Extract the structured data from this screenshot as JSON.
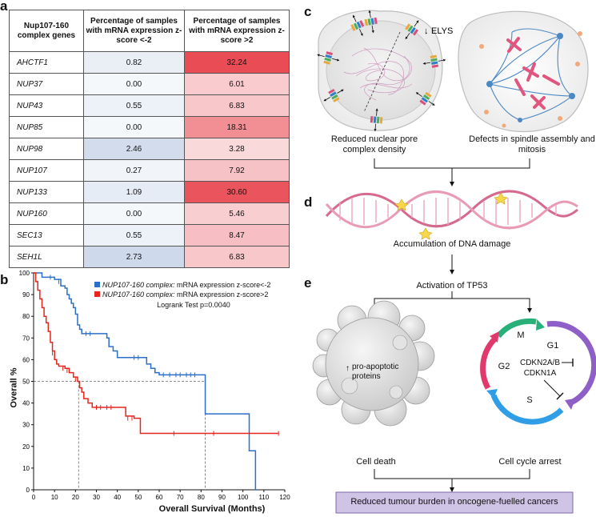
{
  "panel_labels": {
    "a": "a",
    "b": "b",
    "c": "c",
    "d": "d",
    "e": "e"
  },
  "table": {
    "headers": [
      "Nup107-160 complex genes",
      "Percentage of samples with mRNA expression z-score <-2",
      "Percentage of samples with mRNA expression z-score >2"
    ],
    "rows": [
      {
        "gene": "AHCTF1",
        "low": "0.82",
        "high": "32.24"
      },
      {
        "gene": "NUP37",
        "low": "0.00",
        "high": "6.01"
      },
      {
        "gene": "NUP43",
        "low": "0.55",
        "high": "6.83"
      },
      {
        "gene": "NUP85",
        "low": "0.00",
        "high": "18.31"
      },
      {
        "gene": "NUP98",
        "low": "2.46",
        "high": "3.28"
      },
      {
        "gene": "NUP107",
        "low": "0.27",
        "high": "7.92"
      },
      {
        "gene": "NUP133",
        "low": "1.09",
        "high": "30.60"
      },
      {
        "gene": "NUP160",
        "low": "0.00",
        "high": "5.46"
      },
      {
        "gene": "SEC13",
        "low": "0.55",
        "high": "8.47"
      },
      {
        "gene": "SEH1L",
        "low": "2.73",
        "high": "6.83"
      }
    ]
  },
  "chart_data": {
    "type": "line",
    "xlabel": "Overall Survival (Months)",
    "ylabel": "Overall %",
    "xlim": [
      0,
      120
    ],
    "ylim": [
      0,
      100
    ],
    "xticks": [
      0,
      10,
      20,
      30,
      40,
      50,
      60,
      70,
      80,
      90,
      100,
      110,
      120
    ],
    "yticks": [
      0,
      10,
      20,
      30,
      40,
      50,
      60,
      70,
      80,
      90,
      100
    ],
    "legend_position": "top-right",
    "annotation": "Logrank Test p=0.0040",
    "median_reference": {
      "y": 50,
      "x": [
        21.5,
        82
      ]
    },
    "series": [
      {
        "name": "NUP107-160 complex: mRNA expression z-score<-2",
        "name_italic": "NUP107-160 complex:",
        "name_rest": " mRNA expression z-score<-2",
        "color": "#2c6fc9",
        "steps": [
          [
            0,
            100
          ],
          [
            4,
            98
          ],
          [
            10,
            97
          ],
          [
            13,
            94
          ],
          [
            15,
            93
          ],
          [
            16,
            90
          ],
          [
            17,
            88
          ],
          [
            18,
            86
          ],
          [
            19,
            84
          ],
          [
            20,
            81
          ],
          [
            21,
            76
          ],
          [
            22,
            74
          ],
          [
            23,
            72
          ],
          [
            35,
            70
          ],
          [
            36,
            66
          ],
          [
            38,
            64
          ],
          [
            40,
            61
          ],
          [
            52,
            61
          ],
          [
            54,
            58
          ],
          [
            56,
            56
          ],
          [
            58,
            54
          ],
          [
            60,
            53
          ],
          [
            82,
            53
          ],
          [
            82,
            35
          ],
          [
            103,
            35
          ],
          [
            103,
            18
          ],
          [
            106,
            18
          ],
          [
            106,
            0
          ],
          [
            107,
            0
          ]
        ],
        "censor_marks": [
          [
            8,
            98
          ],
          [
            12,
            96
          ],
          [
            18,
            87
          ],
          [
            19,
            85
          ],
          [
            25,
            72
          ],
          [
            27,
            72
          ],
          [
            48,
            61
          ],
          [
            50,
            61
          ],
          [
            62,
            53
          ],
          [
            65,
            53
          ],
          [
            68,
            53
          ],
          [
            70,
            53
          ],
          [
            73,
            53
          ],
          [
            75,
            53
          ],
          [
            77,
            53
          ]
        ]
      },
      {
        "name": "NUP107-160 complex: mRNA expression z-score>2",
        "name_italic": "NUP107-160 complex:",
        "name_rest": " mRNA expression z-score>2",
        "color": "#e8251c",
        "steps": [
          [
            0,
            100
          ],
          [
            1,
            96
          ],
          [
            2,
            92
          ],
          [
            3,
            88
          ],
          [
            4,
            84
          ],
          [
            5,
            80
          ],
          [
            6,
            77
          ],
          [
            7,
            73
          ],
          [
            8,
            68
          ],
          [
            9,
            64
          ],
          [
            10,
            60
          ],
          [
            11,
            58
          ],
          [
            12,
            57
          ],
          [
            15,
            56
          ],
          [
            17,
            54
          ],
          [
            19,
            52
          ],
          [
            21,
            50
          ],
          [
            22,
            47
          ],
          [
            23,
            45
          ],
          [
            24,
            42
          ],
          [
            26,
            40
          ],
          [
            28,
            38
          ],
          [
            43,
            38
          ],
          [
            44,
            34
          ],
          [
            48,
            33
          ],
          [
            51,
            26
          ],
          [
            117,
            26
          ]
        ],
        "censor_marks": [
          [
            9,
            63
          ],
          [
            14,
            56
          ],
          [
            16,
            55
          ],
          [
            20,
            51
          ],
          [
            30,
            38
          ],
          [
            32,
            38
          ],
          [
            35,
            38
          ],
          [
            37,
            38
          ],
          [
            45,
            33
          ],
          [
            47,
            33
          ],
          [
            67,
            26
          ],
          [
            86,
            26
          ],
          [
            103,
            26
          ],
          [
            117,
            26
          ]
        ]
      }
    ]
  },
  "flow": {
    "elys_label": "ELYS",
    "c_left_caption": "Reduced nuclear pore complex density",
    "c_right_caption": "Defects in spindle assembly and mitosis",
    "d_caption": "Accumulation of DNA damage",
    "tp53": "Activation of TP53",
    "pro_apoptotic": "pro-apoptotic proteins",
    "cell_death": "Cell death",
    "cell_cycle_arrest": "Cell cycle arrest",
    "phase_m": "M",
    "phase_g1": "G1",
    "phase_g2": "G2",
    "phase_s": "S",
    "cdkn2ab": "CDKN2A/B",
    "cdkn1a": "CDKN1A",
    "final": "Reduced tumour burden in oncogene-fuelled cancers"
  }
}
